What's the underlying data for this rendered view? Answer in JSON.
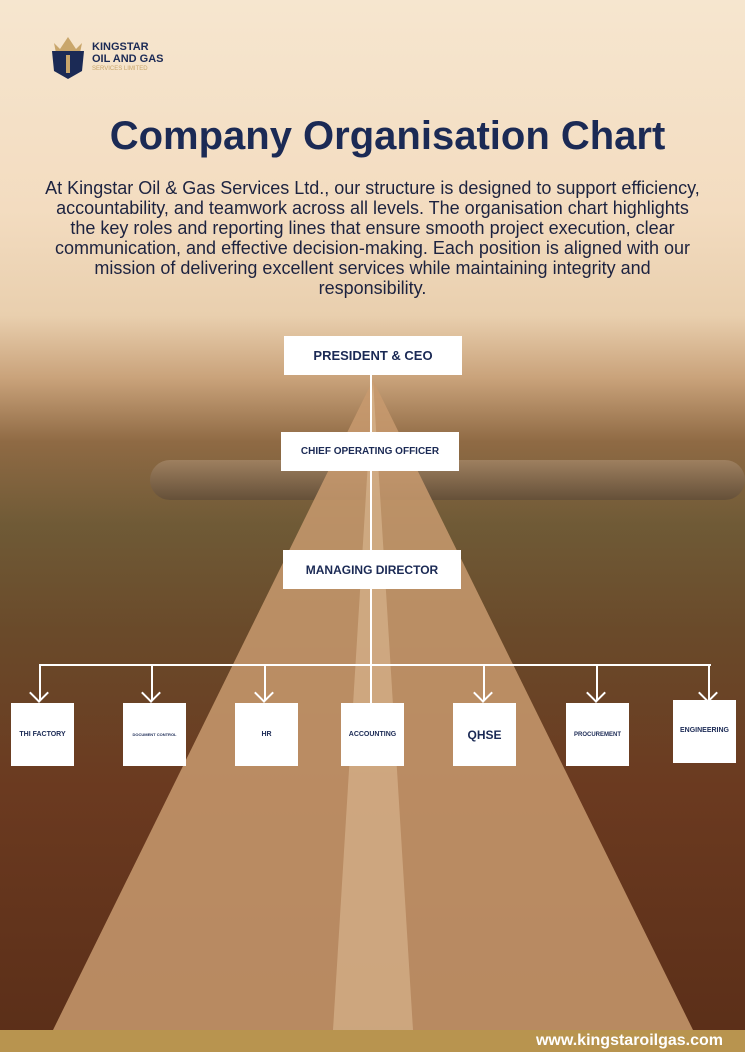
{
  "logo": {
    "line1": "KINGSTAR",
    "line2": "OIL AND GAS",
    "line3": "SERVICES LIMITED"
  },
  "title": "Company Organisation Chart",
  "intro": "At Kingstar Oil & Gas Services Ltd., our structure is designed to support efficiency, accountability, and teamwork across all levels. The organisation chart highlights the key roles and reporting lines that ensure smooth project execution, clear communication, and effective decision-making. Each position is aligned with our mission of delivering excellent services while maintaining integrity and responsibility.",
  "chart": {
    "president": "PRESIDENT & CEO",
    "coo": "CHIEF OPERATING OFFICER",
    "md": "MANAGING DIRECTOR",
    "departments": [
      "THI FACTORY",
      "DOCUMENT CONTROL",
      "HR",
      "ACCOUNTING",
      "QHSE",
      "PROCUREMENT",
      "ENGINEERING"
    ]
  },
  "footer": {
    "website": "www.kingstaroilgas.com"
  }
}
